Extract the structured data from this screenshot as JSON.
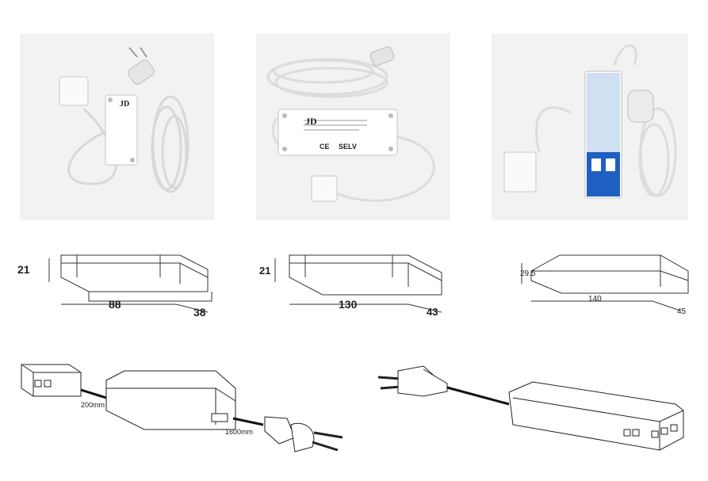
{
  "photos": [
    {
      "brand": "JD"
    },
    {
      "brand": "JD",
      "marks": [
        "CE",
        "SELV"
      ]
    },
    {
      "brand": ""
    }
  ],
  "dimensions": [
    {
      "height": "21",
      "length": "88",
      "width": "38"
    },
    {
      "height": "21",
      "length": "130",
      "width": "43"
    },
    {
      "height": "29.5",
      "length": "140",
      "width": "45"
    }
  ],
  "cables": {
    "output": "200mm",
    "input": "1600mm"
  },
  "colors": {
    "cable": "#111111",
    "housing": "#ffffff",
    "accent_blue": "#1f5fc2",
    "label_blue": "#cfe0f3"
  }
}
